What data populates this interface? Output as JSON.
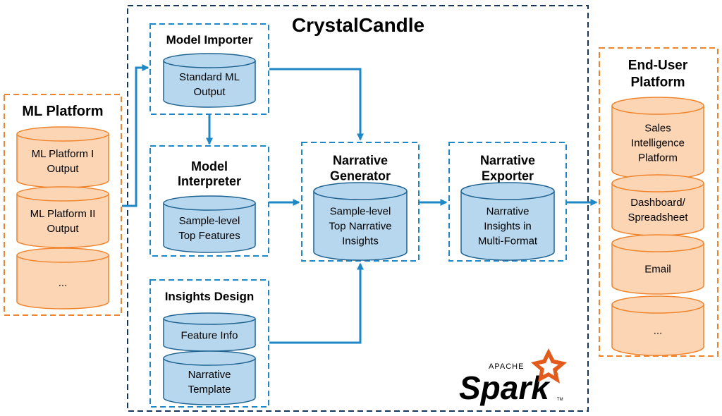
{
  "colors": {
    "orange_stroke": "#F0842C",
    "orange_fill": "#FCD5B5",
    "blue_stroke": "#1F6391",
    "blue_fill": "#B7D7EE",
    "arrow": "#1E87C6",
    "navy_dash": "#17365D",
    "spark_orange": "#E25A1C"
  },
  "main_container": {
    "title": "CrystalCandle"
  },
  "ml_platform": {
    "title": "ML Platform",
    "items": [
      "ML Platform I\nOutput",
      "ML Platform II\nOutput",
      "..."
    ]
  },
  "model_importer": {
    "title": "Model Importer",
    "items": [
      "Standard ML\nOutput"
    ]
  },
  "model_interpreter": {
    "title": "Model\nInterpreter",
    "items": [
      "Sample-level\nTop Features"
    ]
  },
  "insights_design": {
    "title": "Insights Design",
    "items": [
      "Feature Info",
      "Narrative\nTemplate"
    ]
  },
  "narrative_generator": {
    "title": "Narrative\nGenerator",
    "items": [
      "Sample-level\nTop Narrative\nInsights"
    ]
  },
  "narrative_exporter": {
    "title": "Narrative\nExporter",
    "items": [
      "Narrative\nInsights in\nMulti-Format"
    ]
  },
  "end_user_platform": {
    "title": "End-User\nPlatform",
    "items": [
      "Sales\nIntelligence\nPlatform",
      "Dashboard/\nSpreadsheet",
      "Email",
      "..."
    ]
  },
  "spark_logo": {
    "apache": "APACHE",
    "spark": "Spark",
    "tm": "TM"
  }
}
